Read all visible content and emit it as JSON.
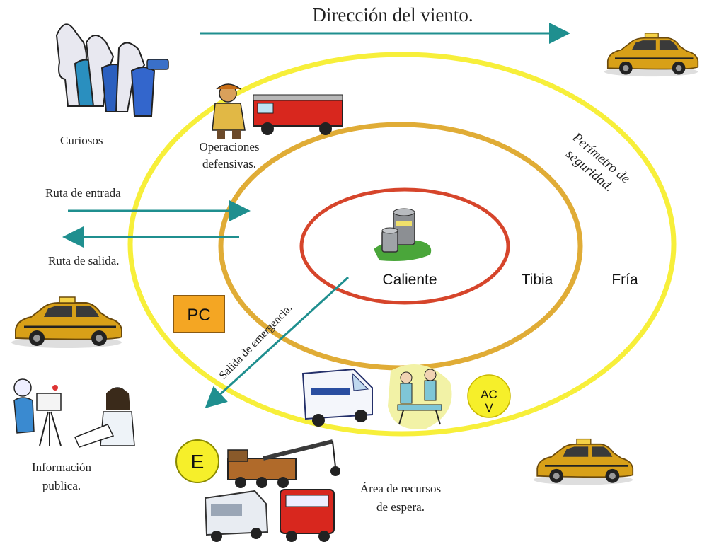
{
  "title": "Dirección del viento.",
  "zones": {
    "hot": "Caliente",
    "warm": "Tibia",
    "cold": "Fría"
  },
  "labels": {
    "perimeter_line1": "Perímetro de",
    "perimeter_line2": "seguridad.",
    "curious": "Curiosos",
    "defensive_line1": "Operaciones",
    "defensive_line2": "defensivas.",
    "entry_route": "Ruta de entrada",
    "exit_route": "Ruta de salida.",
    "emergency_exit": "Salida de emergencia.",
    "command_post": "PC",
    "acv_line1": "AC",
    "acv_line2": "V",
    "staging_badge": "E",
    "public_info_line1": "Información",
    "public_info_line2": "publica.",
    "staging_line1": "Área de recursos",
    "staging_line2": "de espera."
  },
  "colors": {
    "arrow": "#1f8f8f",
    "outer_ring": "#f7ef3a",
    "middle_ring": "#e0ac36",
    "inner_ring": "#d6452b",
    "pc_box": "#f4a623",
    "badge": "#f6ef2a",
    "taxi": "#d8a018"
  },
  "icons": [
    "curious-crowd-icon",
    "firefighter-icon",
    "fire-truck-icon",
    "chemical-barrels-icon",
    "taxi-icon",
    "ambulance-icon",
    "medical-team-icon",
    "camera-operator-icon",
    "reporter-icon",
    "crane-truck-icon",
    "van-icon"
  ]
}
